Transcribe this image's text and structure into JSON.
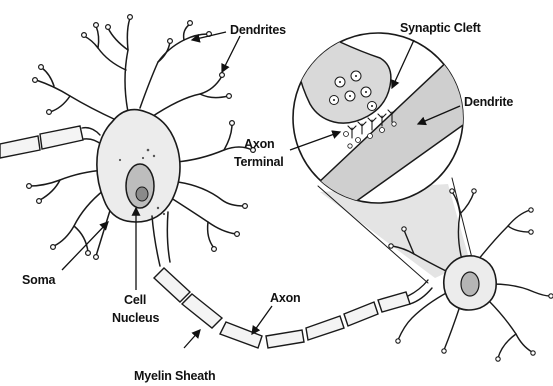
{
  "labels": {
    "dendrites": "Dendrites",
    "synaptic_cleft": "Synaptic Cleft",
    "dendrite": "Dendrite",
    "axon_terminal_line1": "Axon",
    "axon_terminal_line2": "Terminal",
    "soma": "Soma",
    "cell_nucleus_line1": "Cell",
    "cell_nucleus_line2": "Nucleus",
    "axon": "Axon",
    "myelin_sheath": "Myelin Sheath"
  },
  "colors": {
    "ink": "#1a1a1a",
    "cell_fill": "#ececec",
    "nucleus_fill": "#9a9a9a",
    "zoom_fill": "#d6d6d6",
    "cone_fill": "#e6e6e6"
  }
}
